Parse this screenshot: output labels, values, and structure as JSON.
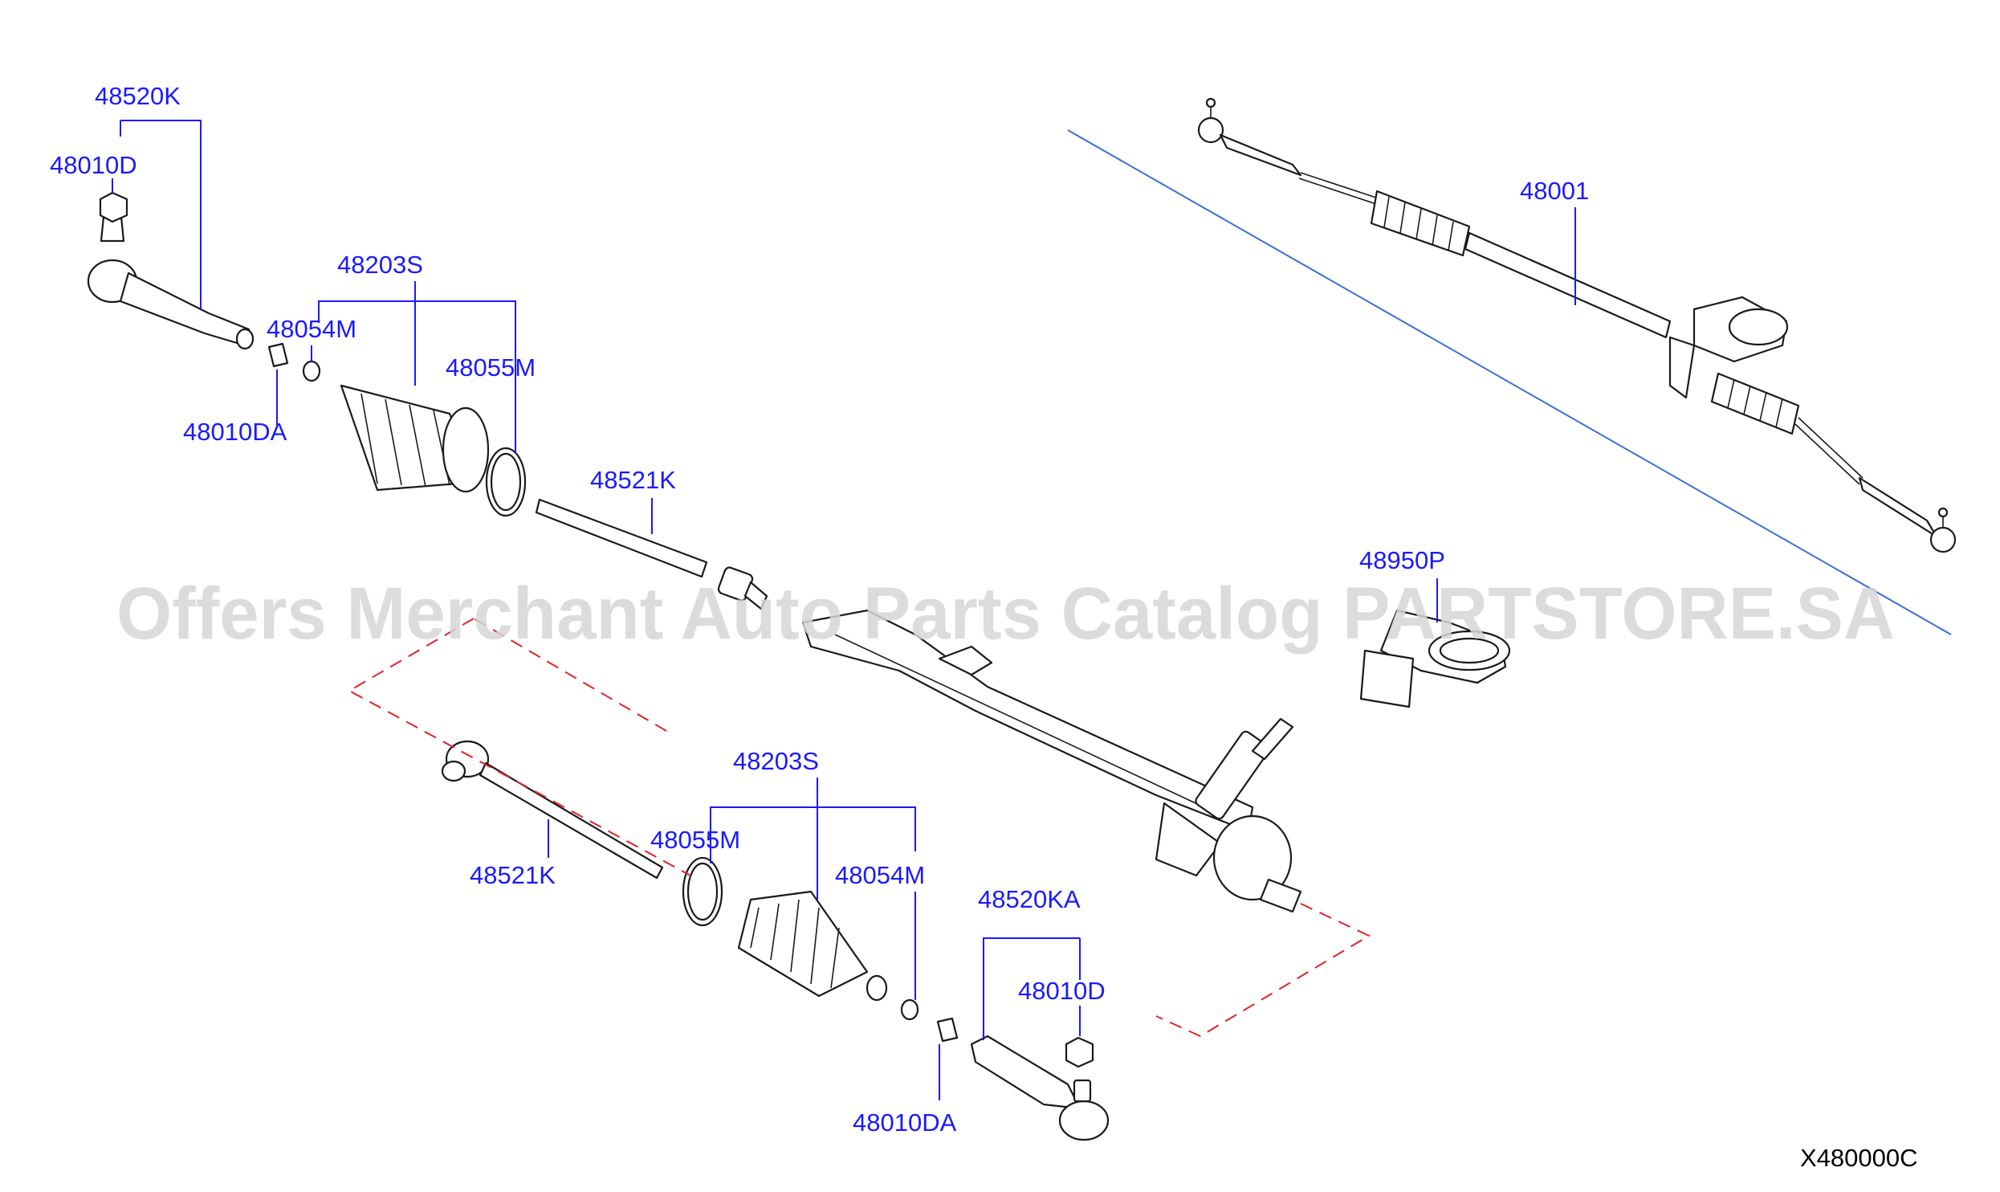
{
  "diagram": {
    "watermark": "Offers Merchant Auto Parts Catalog PARTSTORE.SA",
    "diagram_code": "X480000C",
    "colors": {
      "callout_text": "#1a1aff",
      "leader_line": "#1a1aff",
      "alignment_dash": "#e0242a",
      "reference_line": "#3a6fd8",
      "watermark": "#d6d6d6",
      "part_outline": "#1a1a1a"
    },
    "callouts": {
      "tie_rod_end_upper": "48520K",
      "nut_upper": "48010D",
      "boot_upper": "48203S",
      "clip_upper": "48054M",
      "band_upper": "48055M",
      "lock_nut_upper": "48010DA",
      "inner_socket_upper": "48521K",
      "gear_assy": "48001",
      "hole_cover": "48950P",
      "boot_lower": "48203S",
      "band_lower": "48055M",
      "inner_socket_lower": "48521K",
      "clip_lower": "48054M",
      "tie_rod_end_lower": "48520KA",
      "nut_lower": "48010D",
      "lock_nut_lower": "48010DA"
    }
  }
}
